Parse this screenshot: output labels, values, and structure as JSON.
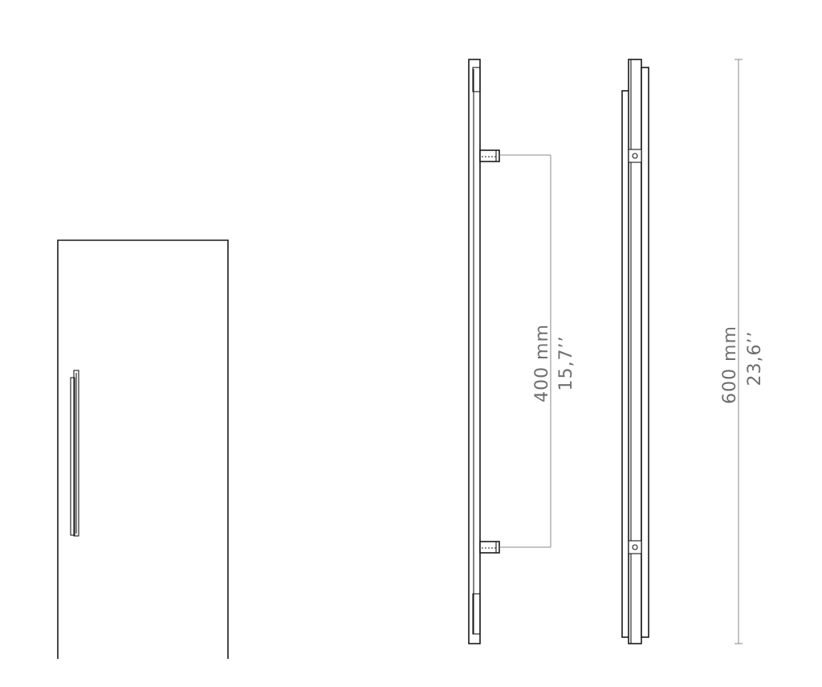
{
  "drawing": {
    "dimension_400": {
      "metric": "400 mm",
      "imperial": "15,7’’"
    },
    "dimension_600": {
      "metric": "600 mm",
      "imperial": "23,6’’"
    },
    "line_color": "#1a1a1a",
    "dimension_color": "#8a8a8a",
    "text_color": "#6f6f6f"
  }
}
